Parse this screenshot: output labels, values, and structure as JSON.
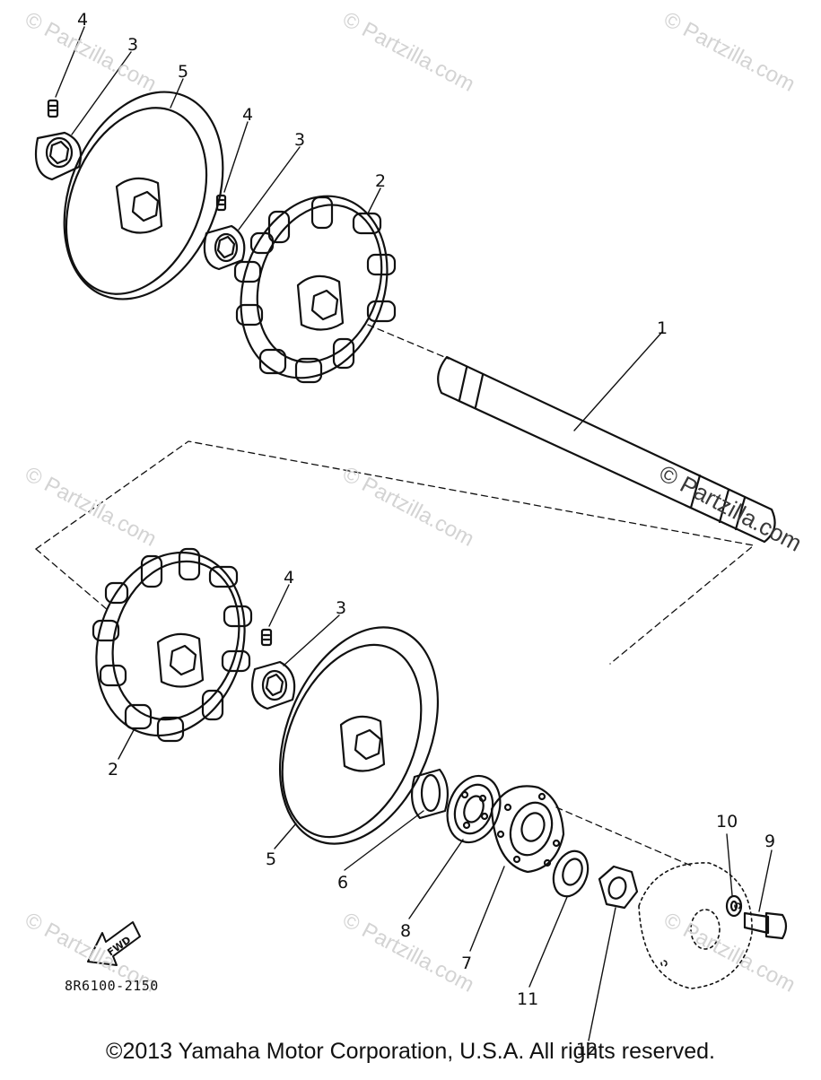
{
  "diagram": {
    "drawing_code": "8R6100-2150",
    "copyright": "©2013 Yamaha Motor Corporation, U.S.A. All rights reserved.",
    "fwd_label": "FWD",
    "watermark": "© Partzilla.com",
    "callouts": {
      "c4a": "4",
      "c3a": "3",
      "c5a": "5",
      "c4b": "4",
      "c3b": "3",
      "c2a": "2",
      "c1": "1",
      "c4c": "4",
      "c3c": "3",
      "c2b": "2",
      "c5b": "5",
      "c6": "6",
      "c8": "8",
      "c7": "7",
      "c11": "11",
      "c12": "12",
      "c10": "10",
      "c9": "9"
    }
  }
}
